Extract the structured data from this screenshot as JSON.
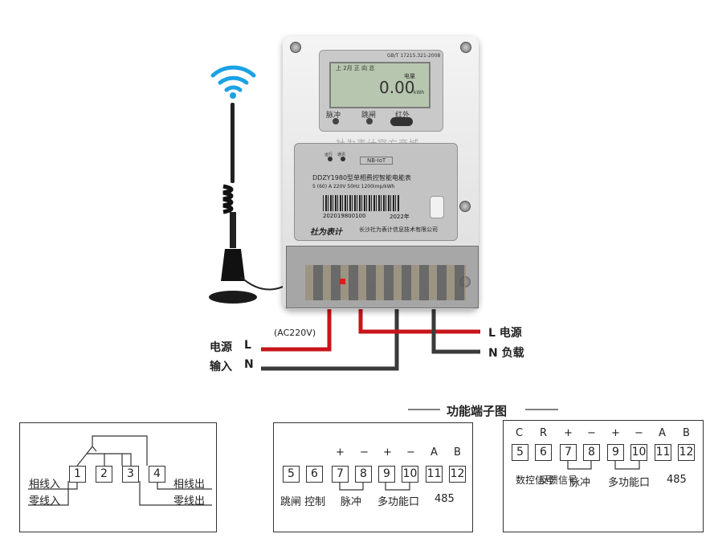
{
  "meter": {
    "standard": "GB/T 17215.321-2008",
    "lcd_top": "上 2月    正 向 总",
    "lcd_label": "电量",
    "lcd_value": "0.00",
    "lcd_unit": "kWh",
    "indicator_pulse": "脉冲",
    "indicator_trip": "跳闸",
    "indicator_ir": "红外",
    "model_line": "DDZY1980型单相费控智能电能表",
    "spec_line": "5 (60) A 220V 50Hz 1200imp/kWh",
    "tag_run": "运行",
    "tag_net": "通讯",
    "tag_nbiot": "NB-IoT",
    "barcode_number": "202019800100",
    "year": "2022年",
    "brand": "社为表计",
    "company": "长沙社为表计信息技术有限公司",
    "watermark": "社为表计官方商城"
  },
  "wiring": {
    "power_label": "电源",
    "l_letter": "L",
    "input_label": "输入",
    "n_letter": "N",
    "voltage": "(AC220V)",
    "l_power_out": "L 电源",
    "n_load_out": "N 负载"
  },
  "terminal_title": "功能端子图",
  "diagram1": {
    "numbers": [
      "1",
      "2",
      "3",
      "4"
    ],
    "live_in": "相线入",
    "neutral_in": "零线入",
    "live_out": "相线出",
    "neutral_out": "零线出"
  },
  "diagram2": {
    "signs": [
      "+",
      "−",
      "+",
      "−",
      "A",
      "B"
    ],
    "numbers": [
      "5",
      "6",
      "7",
      "8",
      "9",
      "10",
      "11",
      "12"
    ],
    "trip_control": "跳闸 控制",
    "pulse": "脉冲",
    "multifunction": "多功能口",
    "rs485": "485"
  },
  "diagram3": {
    "letters": [
      "C",
      "R",
      "+",
      "−",
      "+",
      "−",
      "A",
      "B"
    ],
    "numbers": [
      "5",
      "6",
      "7",
      "8",
      "9",
      "10",
      "11",
      "12"
    ],
    "data_control": "数控信号",
    "feedback": "反馈信号",
    "pulse": "脉冲",
    "multifunction": "多功能口",
    "rs485": "485"
  },
  "colors": {
    "wire_red": "#c8141a",
    "wire_black": "#3a3a3a",
    "wifi_blue": "#1aa2e6"
  }
}
